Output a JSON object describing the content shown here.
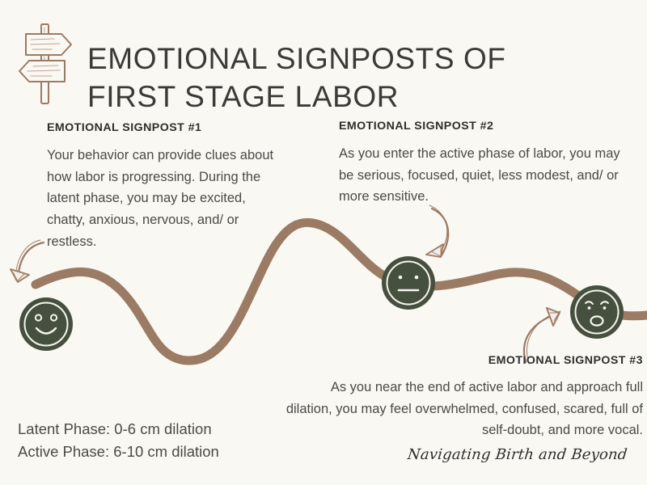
{
  "meta": {
    "bg_color": "#faf8f3",
    "path_color": "#9b7b64",
    "face_color": "#46503f",
    "text_color": "#4a4a47",
    "heading_color": "#2e2e2c"
  },
  "header": {
    "icon": "signpost-icon",
    "title_line_1": "EMOTIONAL SIGNPOSTS OF",
    "title_line_2": "FIRST STAGE LABOR"
  },
  "signposts": [
    {
      "heading": "EMOTIONAL SIGNPOST #1",
      "body": "Your behavior can provide clues about how labor is progressing. During the latent phase, you may be excited, chatty, anxious, nervous, and/ or restless.",
      "face": "smiling-face",
      "arrow": "curved-arrow-down-left"
    },
    {
      "heading": "EMOTIONAL SIGNPOST #2",
      "body": "As you enter the active phase of labor, you may be serious, focused, quiet, less modest, and/ or more sensitive.",
      "face": "neutral-face",
      "arrow": "curved-arrow-down-left"
    },
    {
      "heading": "EMOTIONAL SIGNPOST #3",
      "body": "As you near the end of active labor and approach full dilation, you may feel overwhelmed, confused, scared, full of self-doubt, and more vocal.",
      "face": "worried-face",
      "arrow": "curved-arrow-up-right"
    }
  ],
  "phases": {
    "latent": "Latent Phase: 0-6 cm dilation",
    "active": "Active Phase: 6-10 cm dilation"
  },
  "footer": {
    "signature": "Navigating Birth and Beyond"
  }
}
